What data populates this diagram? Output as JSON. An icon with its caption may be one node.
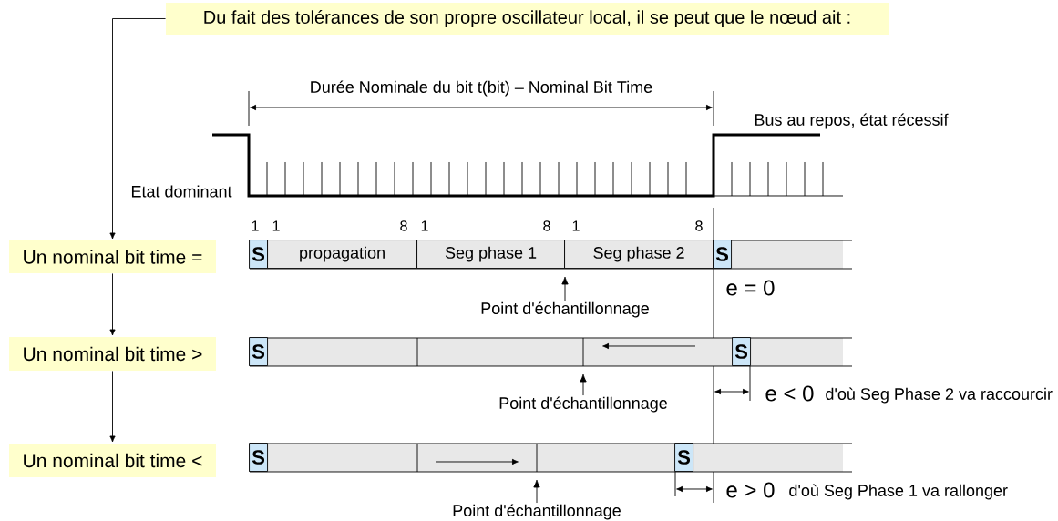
{
  "diagram": {
    "nodes": [
      {
        "text": [
          "Du fait des tolérances de son propre oscillateur local, il se peut que le nœud ait :"
        ]
      },
      {
        "text": [
          "Un nominal bit time ="
        ]
      },
      {
        "text": [],
        "shape": "bar"
      },
      {
        "text": [
          "S"
        ],
        "in": 2
      },
      {
        "text": [
          "propagation"
        ],
        "in": 2
      },
      {
        "text": [
          "Seg phase 1"
        ],
        "in": 2
      },
      {
        "text": [
          "Seg phase 2"
        ],
        "in": 2
      },
      {
        "text": [
          "S"
        ],
        "in": 2
      },
      {
        "text": [
          "Point d'échantillonnage"
        ]
      },
      {
        "text": [
          "Un nominal bit time >"
        ]
      },
      {
        "text": [],
        "shape": "bar"
      },
      {
        "text": [
          "S"
        ],
        "in": 10
      },
      {
        "text": [
          "S"
        ],
        "in": 10
      },
      {
        "text": [
          "Point d'échantillonnage"
        ]
      },
      {
        "text": [
          "Un nominal bit time <"
        ]
      },
      {
        "text": [],
        "shape": "bar"
      },
      {
        "text": [
          "S"
        ],
        "in": 15
      },
      {
        "text": [
          "S"
        ],
        "in": 15
      },
      {
        "text": [
          "Point d'échantillonnage"
        ]
      }
    ],
    "edges": [
      {
        "from": 0,
        "to": 1,
        "arrow": "to"
      },
      {
        "from": 1,
        "to": 9,
        "arrow": "to"
      },
      {
        "from": 9,
        "to": 14,
        "arrow": "to"
      },
      {
        "from": 8,
        "to": 2,
        "arrow": "to"
      },
      {
        "from": 13,
        "to": 10,
        "arrow": "to"
      },
      {
        "from": 18,
        "to": 15,
        "arrow": "to"
      }
    ],
    "labels": [
      "Durée Nominale du bit t(bit) – Nominal Bit Time",
      "Bus au repos, état récessif",
      "Etat dominant",
      "1",
      "1",
      "8",
      "1",
      "8",
      "1",
      "8",
      "e = 0",
      "e < 0",
      "d'où Seg Phase 2 va raccourcir",
      "e > 0",
      "d'où Seg Phase 1 va rallonger"
    ]
  }
}
